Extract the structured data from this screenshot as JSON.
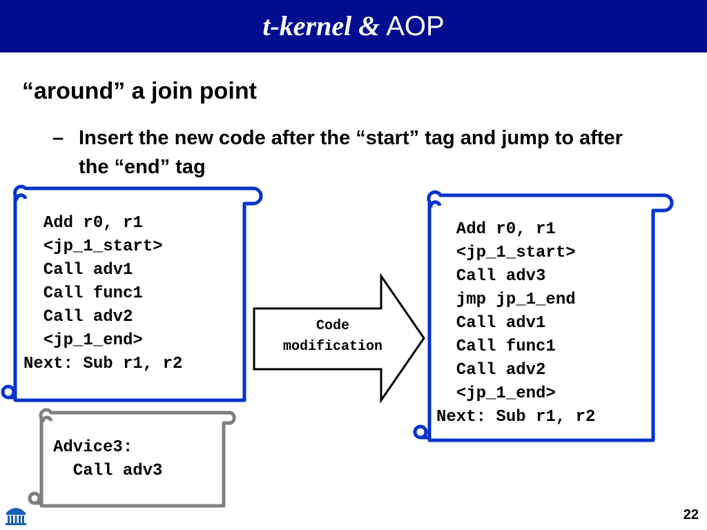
{
  "slide": {
    "title_italic": "t-kernel &",
    "title_plain": "AOP",
    "heading": "“around” a join point",
    "bullet_dash": "–",
    "bullet_text": "Insert the new code after the “start” tag and jump to after the “end” tag",
    "page_number": "22"
  },
  "colors": {
    "title_bar": "#000d8f",
    "scroll_blue": "#0033cc",
    "scroll_gray": "#808080"
  },
  "original_code": [
    "  Add r0, r1",
    "  <jp_1_start>",
    "  Call adv1",
    "  Call func1",
    "  Call adv2",
    "  <jp_1_end>",
    "Next: Sub r1, r2"
  ],
  "advice_code": [
    "Advice3:",
    "  Call adv3"
  ],
  "modified_code": [
    "  Add r0, r1",
    "  <jp_1_start>",
    "  Call adv3",
    "  jmp jp_1_end",
    "  Call adv1",
    "  Call func1",
    "  Call adv2",
    "  <jp_1_end>",
    "Next: Sub r1, r2"
  ],
  "arrow": {
    "line1": "Code",
    "line2": "modification"
  },
  "icons": {
    "logo": "rotunda-logo-icon"
  }
}
